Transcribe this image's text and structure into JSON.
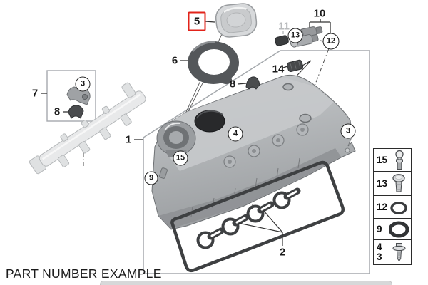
{
  "caption": "PART NUMBER EXAMPLE",
  "callouts": {
    "n1": "1",
    "n2": "2",
    "n3": "3",
    "n4": "4",
    "n5": "5",
    "n6": "6",
    "n7": "7",
    "n8": "8",
    "n9": "9",
    "n10": "10",
    "n11": "11",
    "n12": "12",
    "n13": "13",
    "n14": "14",
    "n15": "15"
  },
  "highlight": {
    "number": "5",
    "box_color": "#e2231a"
  },
  "muted_callout": {
    "number": "11",
    "color": "#b9bbbd"
  },
  "legend": {
    "rows": [
      {
        "labels": [
          "15"
        ],
        "icon": "ball-stud-bolt"
      },
      {
        "labels": [
          "13"
        ],
        "icon": "pan-head-screw"
      },
      {
        "labels": [
          "12"
        ],
        "icon": "o-ring-small"
      },
      {
        "labels": [
          "9"
        ],
        "icon": "o-ring-large"
      },
      {
        "labels": [
          "4",
          "3"
        ],
        "icon": "flanged-bolt"
      }
    ]
  },
  "colors": {
    "frame_gray": "#a5a9ad",
    "legend_border": "#2b2b2b",
    "highlight_red": "#e2231a",
    "part_dark": "#3e4042",
    "cover_gray": "#aeb1b4"
  }
}
